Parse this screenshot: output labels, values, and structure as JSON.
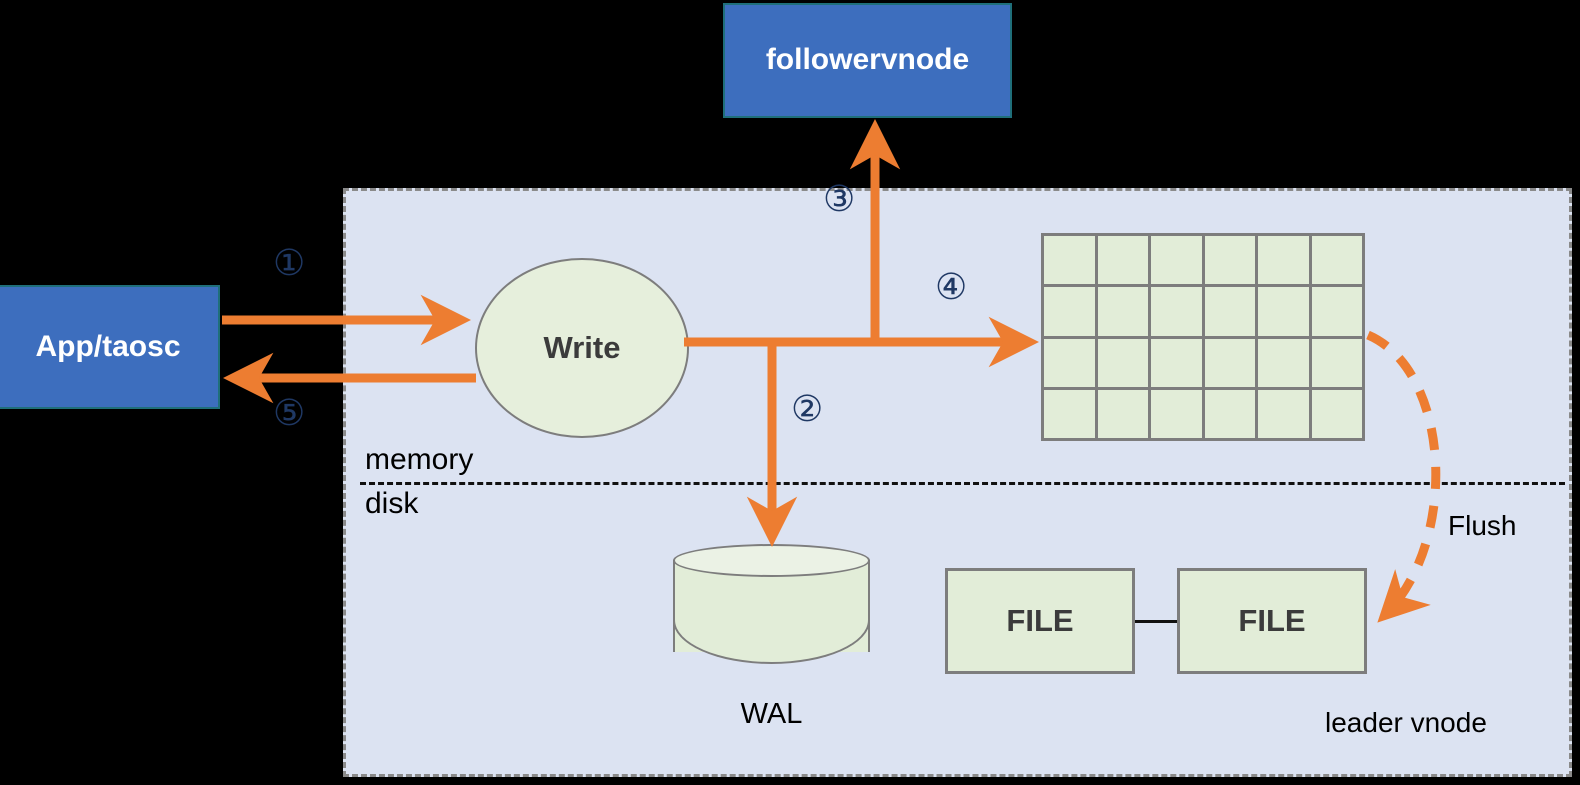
{
  "diagram": {
    "title": "TDengine leader vnode write path",
    "colors": {
      "accent_orange": "#ED7D31",
      "panel_bg": "#DCE3F2",
      "node_blue": "#3D6EBE",
      "shape_green": "#E2EDD8",
      "step_navy": "#1F3864",
      "canvas_black": "#000000"
    }
  },
  "nodes": {
    "follower": {
      "label": "follower\nvnode",
      "line1": "follower",
      "line2": "vnode"
    },
    "app": {
      "label": "App/taosc"
    },
    "write": {
      "label": "Write"
    },
    "wal": {
      "label": "WAL"
    },
    "file_1": {
      "label": "FILE"
    },
    "file_2": {
      "label": "FILE"
    },
    "memtable": {
      "columns": 6,
      "rows": 4,
      "cells": 24
    }
  },
  "labels": {
    "memory": "memory",
    "disk": "disk",
    "flush": "Flush",
    "leader_vnode": "leader vnode"
  },
  "steps": [
    {
      "id": "1",
      "glyph": "①",
      "name": "app-to-write"
    },
    {
      "id": "2",
      "glyph": "②",
      "name": "write-to-wal"
    },
    {
      "id": "3",
      "glyph": "③",
      "name": "write-to-follower"
    },
    {
      "id": "4",
      "glyph": "④",
      "name": "write-to-memtable"
    },
    {
      "id": "5",
      "glyph": "⑤",
      "name": "write-to-app-ack"
    }
  ]
}
